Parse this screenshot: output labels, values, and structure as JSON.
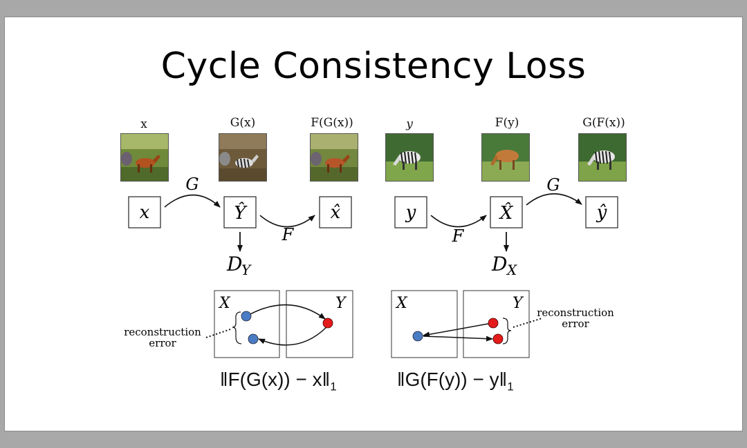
{
  "title": "Cycle Consistency Loss",
  "captions": {
    "x": "x",
    "gx": "G(x)",
    "fgx": "F(G(x))",
    "y": "y",
    "fy": "F(y)",
    "gfx": "G(F(x))"
  },
  "left_chain": {
    "nodes": [
      "x",
      "Ŷ",
      "x̂"
    ],
    "edge_g": "G",
    "edge_f": "F",
    "discriminator": "D",
    "discriminator_sub": "Y"
  },
  "right_chain": {
    "nodes": [
      "y",
      "X̂",
      "ŷ"
    ],
    "edge_f": "F",
    "edge_g": "G",
    "discriminator": "D",
    "discriminator_sub": "X"
  },
  "domain_labels": {
    "x_domain": "X",
    "y_domain": "Y"
  },
  "reconstruction_label_line1": "reconstruction",
  "reconstruction_label_line2": "error",
  "formula_left": "‖F(G(x)) − x‖",
  "formula_right": "‖G(F(y)) − y‖",
  "formula_sub": "1",
  "colors": {
    "blue_point": "#4a7cc4",
    "red_point": "#e31b1b"
  }
}
